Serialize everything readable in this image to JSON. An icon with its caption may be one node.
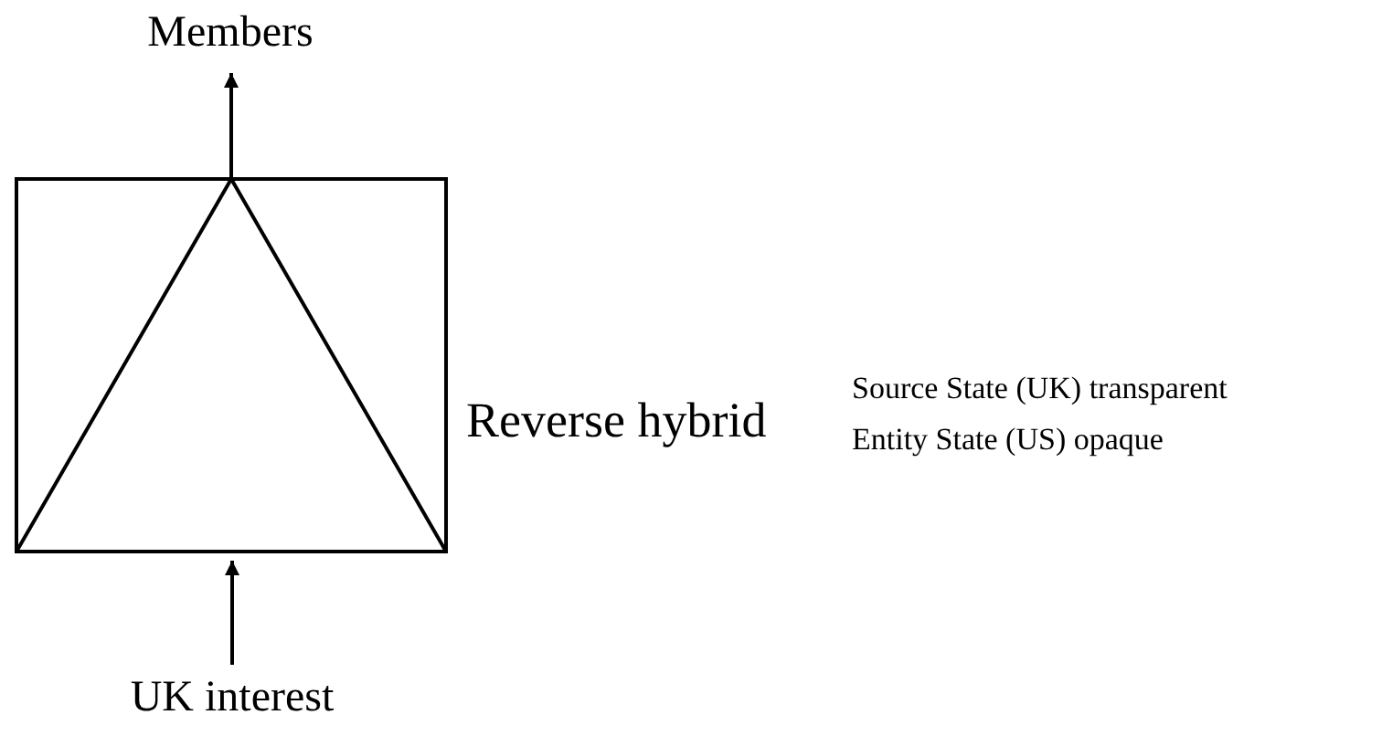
{
  "diagram": {
    "nodes": [
      {
        "text": [
          "Members"
        ]
      },
      {
        "text": [],
        "shape": "box",
        "beside": [
          "Reverse hybrid"
        ]
      },
      {
        "text": [
          "UK interest"
        ]
      }
    ],
    "edges": [
      {
        "from": 1,
        "to": 0,
        "arrow": "to"
      },
      {
        "from": 2,
        "to": 1,
        "arrow": "to"
      }
    ],
    "labels": [
      "Source State (UK) transparent",
      "Entity State (US) opaque"
    ]
  }
}
